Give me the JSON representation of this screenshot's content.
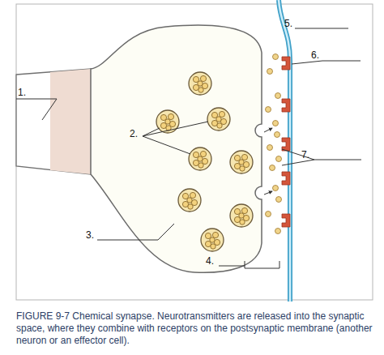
{
  "diagram": {
    "caption": "FIGURE 9-7 Chemical synapse. Neurotransmitters are released into the synaptic space, where they combine with receptors on the postsynaptic membrane (another neuron or an effector cell).",
    "labels": [
      "1.",
      "2.",
      "3.",
      "4.",
      "5.",
      "6.",
      "7."
    ]
  }
}
